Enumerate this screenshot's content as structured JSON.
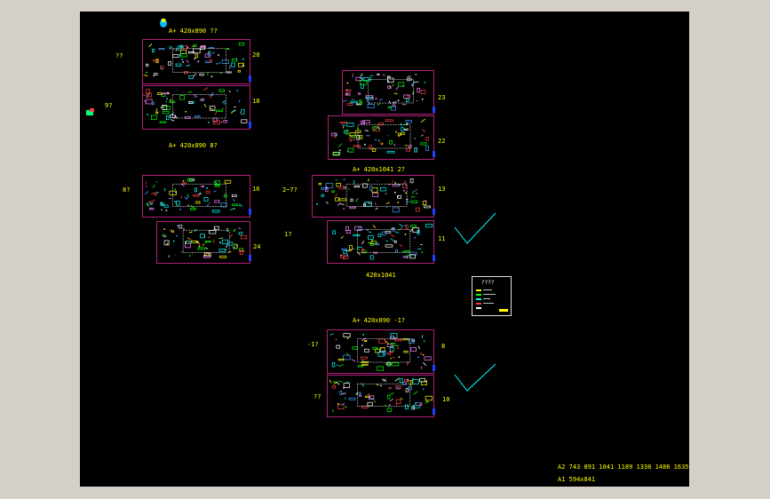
{
  "layout": {
    "scale_label_top": "A+  420x890     ??",
    "scale_label_mid": "A+  420x890     8?",
    "scale_label_right": "A+  420x1041     2?",
    "scale_label_bottom": "A+  420x890     -1?",
    "size_label_420x1041": "420x1041"
  },
  "sheet_numbers": {
    "s20": "20",
    "s18": "18",
    "s23": "23",
    "s22": "22",
    "s16": "16",
    "s24": "24",
    "s13": "13",
    "s11": "11",
    "s8": "8",
    "s10": "10"
  },
  "side_notes": {
    "n1": "??",
    "n2": "9?",
    "n3": "8?",
    "n4": "2~7?",
    "n5": "1?",
    "n6": "-1?",
    "n7": "??"
  },
  "legend": {
    "title": "????"
  },
  "paper_table": {
    "row_a2": "A2   743  891  1041  1189  1338  1486  1635",
    "row_a1": "A1   594x841"
  },
  "colors": {
    "background": "#000000",
    "frame": "#b0207a",
    "text": "#ffff00",
    "drawing_cyan": "#00ffff",
    "drawing_green": "#00ff00"
  }
}
